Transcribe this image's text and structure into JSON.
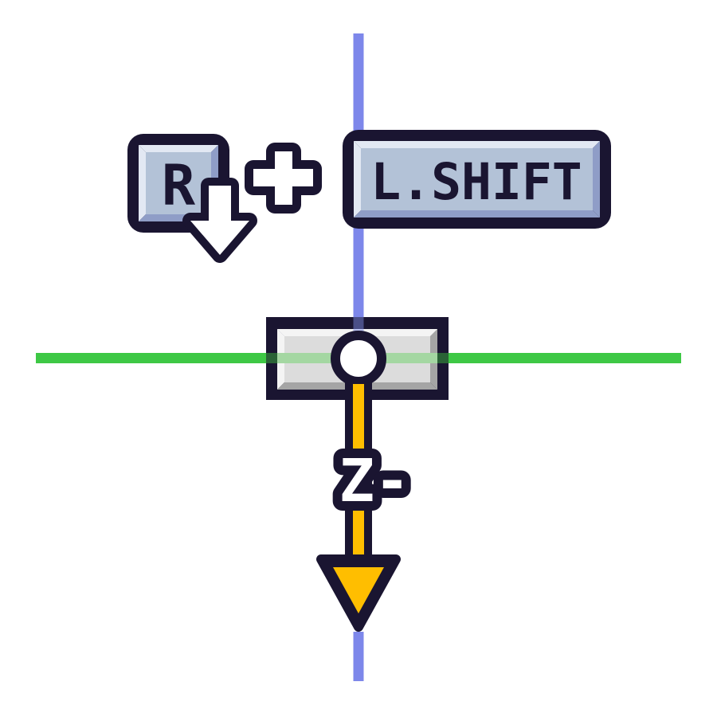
{
  "diagram": {
    "labels": {
      "key_r": "R",
      "plus": "+",
      "key_lshift": "L.SHIFT",
      "z_axis": "Z-"
    },
    "icons": {
      "plus_icon": "+",
      "down_arrow_icon": "↓",
      "z_arrow_icon": "↓",
      "origin_marker_icon": "○"
    },
    "colors": {
      "outline_navy": "#1a1531",
      "keycap_face": "#b3c2d7",
      "keycap_bevel_light": "#e2e8f3",
      "keycap_bevel_dark": "#8f9dc7",
      "plate_face": "#dcdcdc",
      "plate_bevel_light": "#f4f4f4",
      "plate_bevel_dark": "#a5a5a5",
      "horizontal_axis_green": "#3ec845",
      "vertical_axis_blue": "#7d87ea",
      "z_arrow_orange": "#ffbe00",
      "arrow_fill_white": "#ffffff"
    }
  }
}
